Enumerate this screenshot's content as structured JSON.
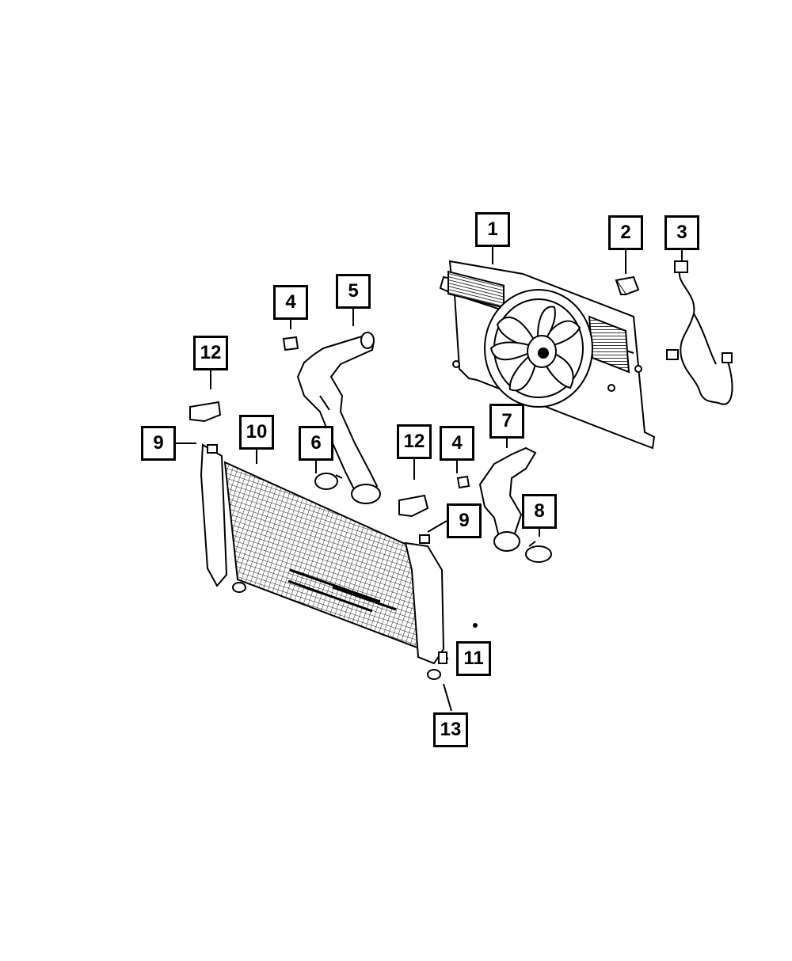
{
  "diagram": {
    "callouts": [
      {
        "id": "c1",
        "label": "1"
      },
      {
        "id": "c2",
        "label": "2"
      },
      {
        "id": "c3",
        "label": "3"
      },
      {
        "id": "c4a",
        "label": "4"
      },
      {
        "id": "c5",
        "label": "5"
      },
      {
        "id": "c12a",
        "label": "12"
      },
      {
        "id": "c9a",
        "label": "9"
      },
      {
        "id": "c10",
        "label": "10"
      },
      {
        "id": "c6",
        "label": "6"
      },
      {
        "id": "c12b",
        "label": "12"
      },
      {
        "id": "c4b",
        "label": "4"
      },
      {
        "id": "c7",
        "label": "7"
      },
      {
        "id": "c8",
        "label": "8"
      },
      {
        "id": "c9b",
        "label": "9"
      },
      {
        "id": "c11",
        "label": "11"
      },
      {
        "id": "c13",
        "label": "13"
      }
    ]
  }
}
